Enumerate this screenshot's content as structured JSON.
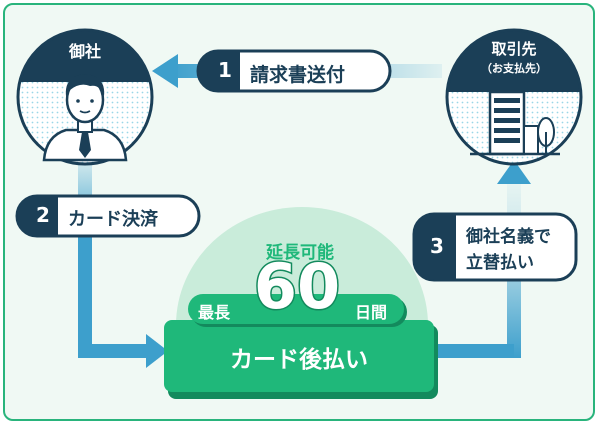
{
  "company": {
    "label": "御社"
  },
  "client": {
    "label": "取引先",
    "sublabel": "（お支払先）"
  },
  "steps": [
    {
      "number": "1",
      "label": "請求書送付"
    },
    {
      "number": "2",
      "label": "カード決済"
    },
    {
      "number": "3",
      "label_line1": "御社名義で",
      "label_line2": "立替払い"
    }
  ],
  "hub": {
    "extension_label": "延長可能",
    "max_prefix": "最長",
    "days_value": "60",
    "days_suffix": "日間",
    "service_name": "カード後払い"
  },
  "colors": {
    "accent_green": "#1fb87a",
    "arrow_blue": "#3d9fcc",
    "navy": "#1b3f57",
    "frame_green": "#29b47c"
  }
}
